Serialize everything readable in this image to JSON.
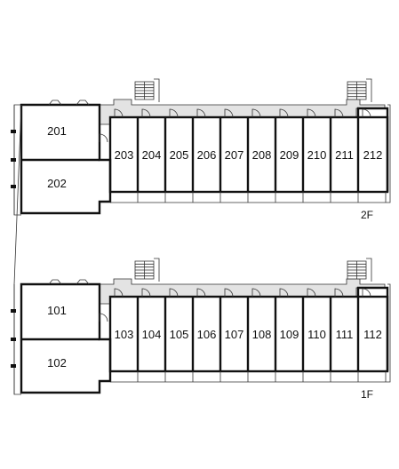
{
  "floors": [
    {
      "label": "2F",
      "large_units": [
        "201",
        "202"
      ],
      "units": [
        "203",
        "204",
        "205",
        "206",
        "207",
        "208",
        "209",
        "210",
        "211",
        "212"
      ]
    },
    {
      "label": "1F",
      "large_units": [
        "101",
        "102"
      ],
      "units": [
        "103",
        "104",
        "105",
        "106",
        "107",
        "108",
        "109",
        "110",
        "111",
        "112"
      ]
    }
  ],
  "colors": {
    "wall": "#111111",
    "corridor": "#e3e3e3",
    "background": "#ffffff"
  }
}
